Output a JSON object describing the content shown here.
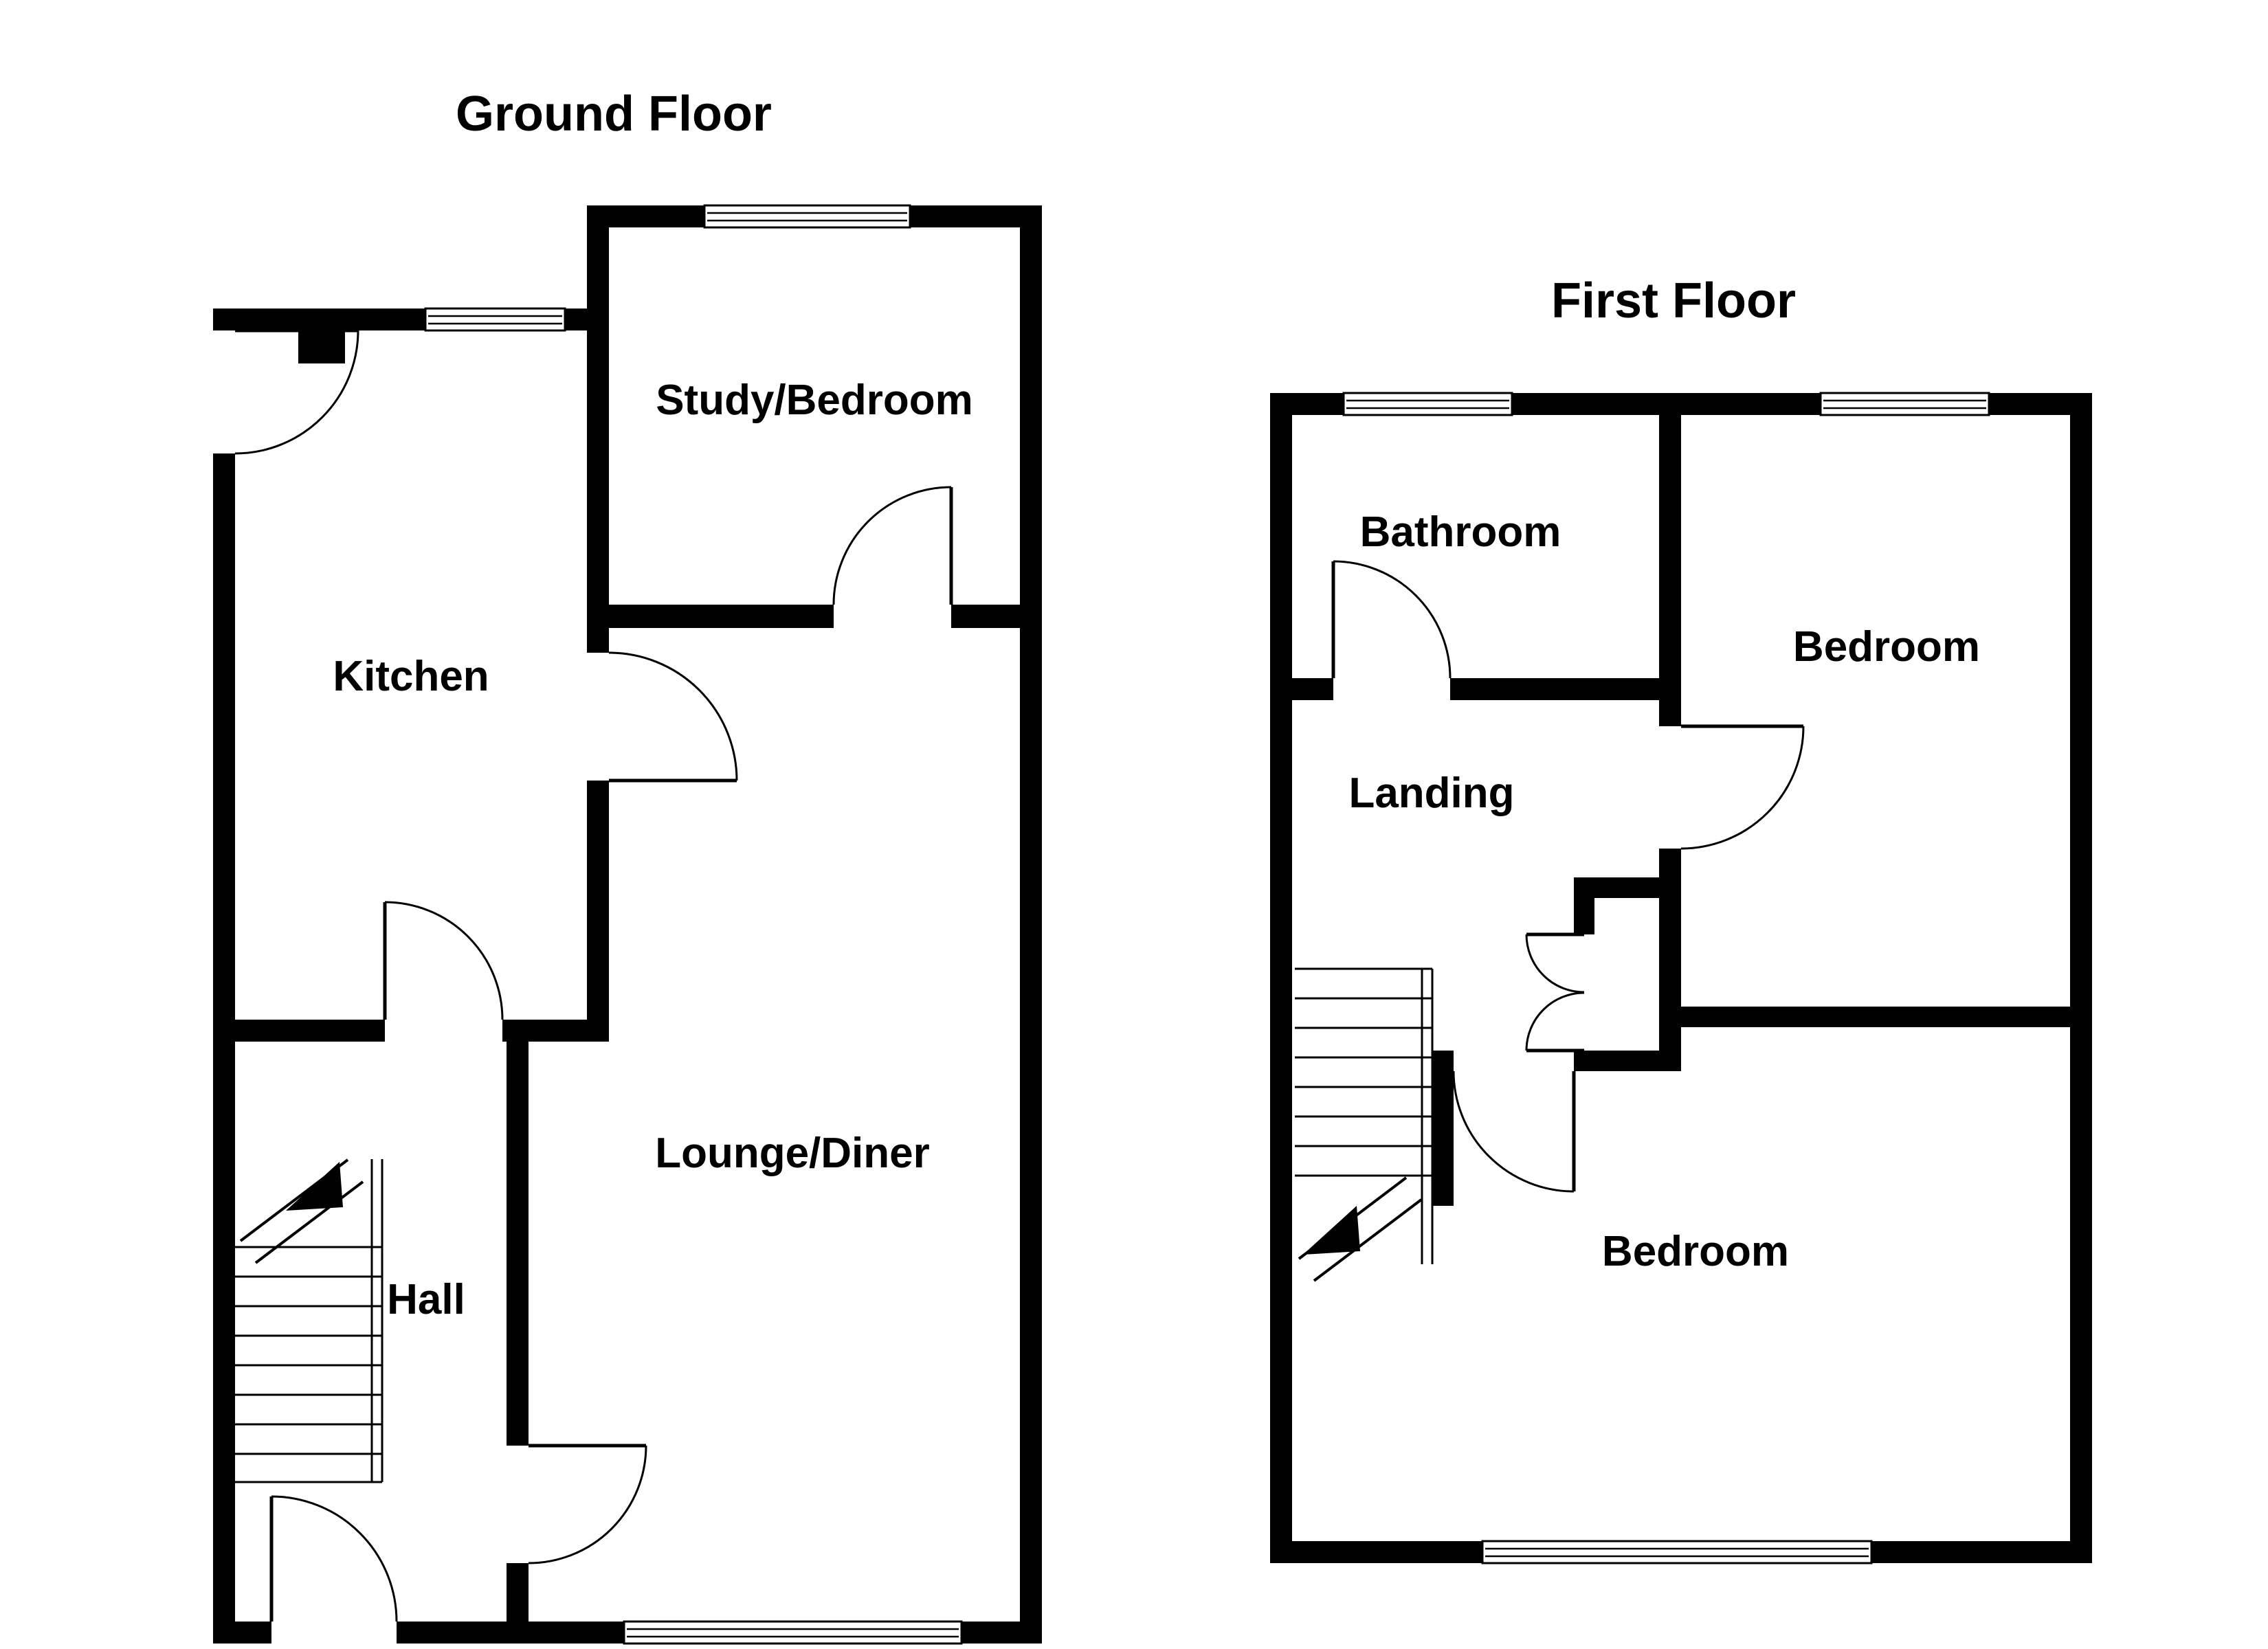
{
  "colors": {
    "walls": "#000000",
    "background": "#ffffff",
    "text": "#000000"
  },
  "ground_floor": {
    "title": "Ground Floor",
    "rooms": {
      "study_bedroom": "Study/Bedroom",
      "kitchen": "Kitchen",
      "lounge_diner": "Lounge/Diner",
      "hall": "Hall"
    }
  },
  "first_floor": {
    "title": "First Floor",
    "rooms": {
      "bathroom": "Bathroom",
      "bedroom_front": "Bedroom",
      "landing": "Landing",
      "bedroom_back": "Bedroom"
    }
  }
}
